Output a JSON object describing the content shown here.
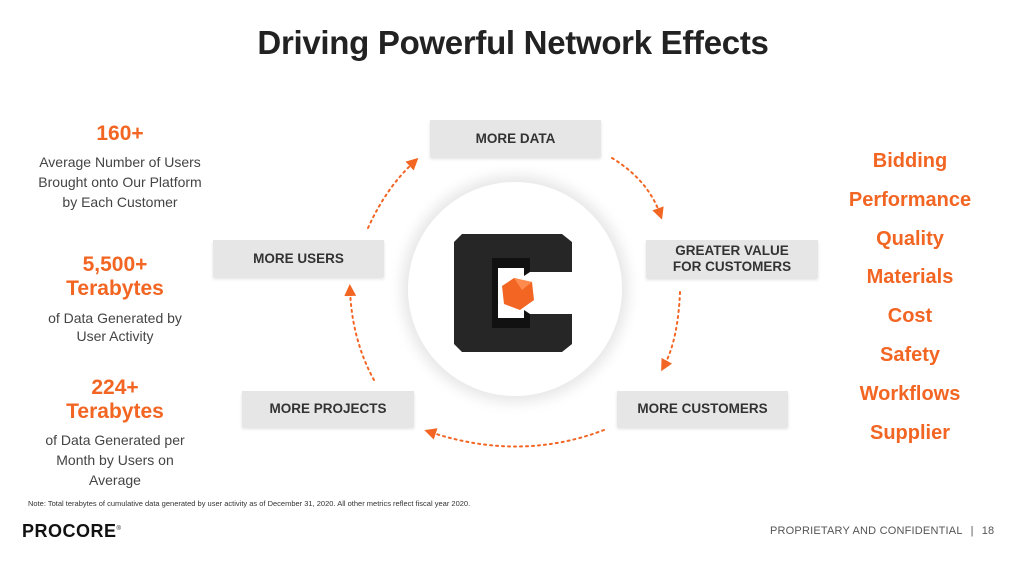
{
  "title": "Driving Powerful Network Effects",
  "stats": [
    {
      "value": "160+",
      "description": "Average Number of Users Brought onto Our Platform by Each Customer"
    },
    {
      "value": "5,500+",
      "unit": "Terabytes",
      "description": "of Data Generated by User Activity"
    },
    {
      "value": "224+",
      "unit": "Terabytes",
      "description": "of Data Generated per Month by Users on Average"
    }
  ],
  "cycle": {
    "more_data": "MORE DATA",
    "greater_value_line1": "GREATER VALUE",
    "greater_value_line2": "FOR CUSTOMERS",
    "more_customers": "MORE CUSTOMERS",
    "more_projects": "MORE PROJECTS",
    "more_users": "MORE USERS"
  },
  "benefits": [
    "Bidding",
    "Performance",
    "Quality",
    "Materials",
    "Cost",
    "Safety",
    "Workflows",
    "Supplier"
  ],
  "note": "Note: Total terabytes of cumulative data generated by user activity as of December 31, 2020. All other metrics reflect fiscal year 2020.",
  "footer": {
    "logo": "PROCORE",
    "confidential": "PROPRIETARY AND CONFIDENTIAL",
    "page_number": "18"
  },
  "colors": {
    "accent": "#f26522",
    "box": "#e6e6e6",
    "text": "#444444"
  }
}
